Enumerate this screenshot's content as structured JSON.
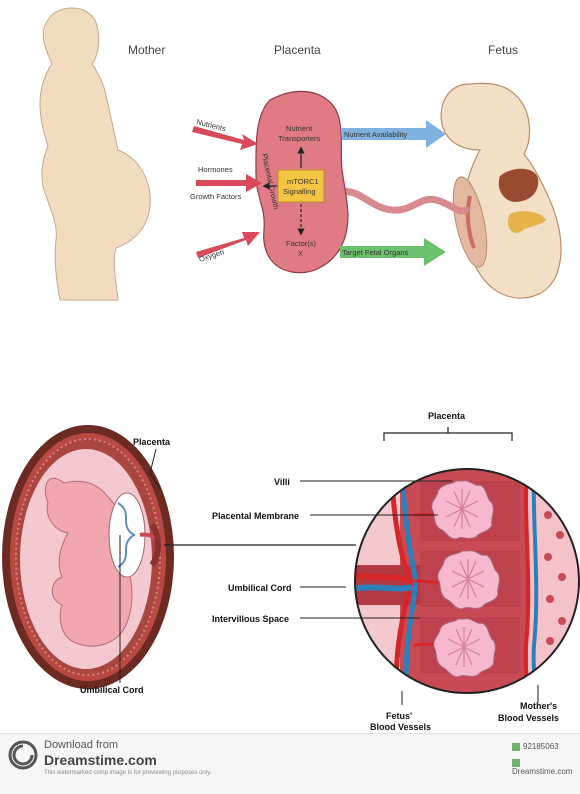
{
  "top": {
    "mother": "Mother",
    "placenta": "Placenta",
    "fetus": "Fetus",
    "nutrients": "Nutrients",
    "hormones": "Hormones",
    "growth_factors": "Growth Factors",
    "oxygen": "Oxygen",
    "nutrient_transporters_1": "Nutrient",
    "nutrient_transporters_2": "Transporters",
    "mtorc1_1": "mTORC1",
    "mtorc1_2": "Signalling",
    "placental_growth": "Placental Growth",
    "factor_1": "Factor(s)",
    "factor_2": "X",
    "nutrient_availability": "Nutrient Availability",
    "target_fetal_organs": "Target Fetal Organs"
  },
  "bottom": {
    "placenta_left": "Placenta",
    "placenta_right": "Placenta",
    "villi": "Villi",
    "placental_membrane": "Placental Membrane",
    "umbilical_cord_right": "Umbilical Cord",
    "intervillous_space": "Intervillous Space",
    "umbilical_cord_bottom": "Umbilical Cord",
    "fetus_vessels_1": "Fetus'",
    "fetus_vessels_2": "Blood Vessels",
    "mother_vessels_1": "Mother's",
    "mother_vessels_2": "Blood Vessels"
  },
  "footer": {
    "download_from": "Download from",
    "site_name": "Dreamstime.com",
    "disclaimer": "This watermarked comp image is for previewing purposes only.",
    "image_id": "92185063",
    "site_short": "Dreamstime.com"
  },
  "colors": {
    "skin": "#f2dcc0",
    "placenta": "#e07b86",
    "blood_red": "#d7262a",
    "blood_blue": "#2c7fb8",
    "tissue": "#c84a55",
    "villi": "#f6b7cf",
    "arrow_blue": "#6fa8dc",
    "arrow_green": "#5cb85c",
    "arrow_red": "#d84a5a"
  }
}
